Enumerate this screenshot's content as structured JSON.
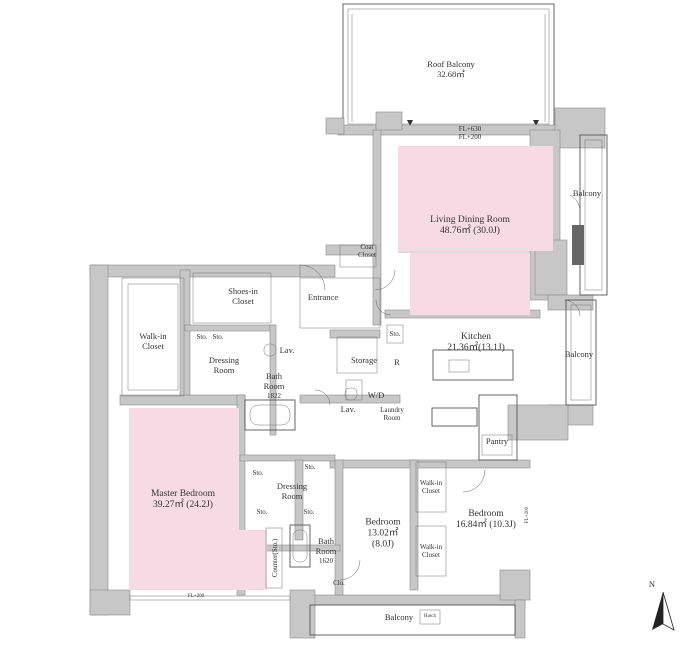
{
  "rooms": {
    "roof_balcony": {
      "name": "Roof Balcony",
      "area": "32.68㎡"
    },
    "living_dining": {
      "name": "Living Dining Room",
      "area": "48.76㎡ (30.0J)"
    },
    "kitchen": {
      "name": "Kitchen",
      "area": "21.36㎡(13.1J)"
    },
    "master_bedroom": {
      "name": "Master Bedroom",
      "area": "39.27㎡ (24.2J)"
    },
    "bedroom_center": {
      "name": "Bedroom",
      "area": "13.02㎡",
      "size": "(8.0J)"
    },
    "bedroom_right": {
      "name": "Bedroom",
      "area": "16.84㎡ (10.3J)"
    },
    "balcony_east_upper": {
      "name": "Balcony"
    },
    "balcony_east_lower": {
      "name": "Balcony"
    },
    "balcony_south": {
      "name": "Balcony"
    },
    "walkin_closet_master": {
      "name": "Walk-in\nCloset"
    },
    "shoes_in_closet": {
      "name": "Shoes-in\nCloset"
    },
    "coat_closet": {
      "name": "Coat\nCloset"
    },
    "entrance": {
      "name": "Entrance"
    },
    "dressing_room_upper": {
      "name": "Dressing\nRoom"
    },
    "dressing_room_lower": {
      "name": "Dressing\nRoom"
    },
    "bath_room_upper": {
      "name": "Bath\nRoom",
      "size": "1822"
    },
    "bath_room_lower": {
      "name": "Bath\nRoom",
      "size": "1620"
    },
    "lav_upper": {
      "name": "Lav."
    },
    "lav_lower": {
      "name": "Lav."
    },
    "storage": {
      "name": "Storage"
    },
    "refrigerator": {
      "name": "R"
    },
    "washer_dryer": {
      "name": "W/D"
    },
    "laundry_room": {
      "name": "Laundry\nRoom"
    },
    "pantry": {
      "name": "Pantry"
    },
    "walkin_closet_center": {
      "name": "Walk-in\nCloset"
    },
    "walkin_closet_lower": {
      "name": "Walk-in\nCloset"
    },
    "counter_sto": {
      "name": "Counter(Sto.)"
    },
    "clo": {
      "name": "Clo."
    },
    "hatch": {
      "name": "Hatch"
    }
  },
  "storage_tags": [
    "Sto.",
    "Sto.",
    "Sto.",
    "Sto.",
    "Sto.",
    "Sto.",
    "Sto."
  ],
  "floor_levels": {
    "roof_upper": "FL+630",
    "roof_lower": "FL+200",
    "master_sill": "FL+200",
    "bedroom_sill": "FL+200"
  },
  "compass": {
    "label": "N"
  },
  "colors": {
    "pink": "#f6dbe4",
    "blue": "#cfe5f2",
    "wall": "#c7c7c7",
    "line": "#555555"
  }
}
